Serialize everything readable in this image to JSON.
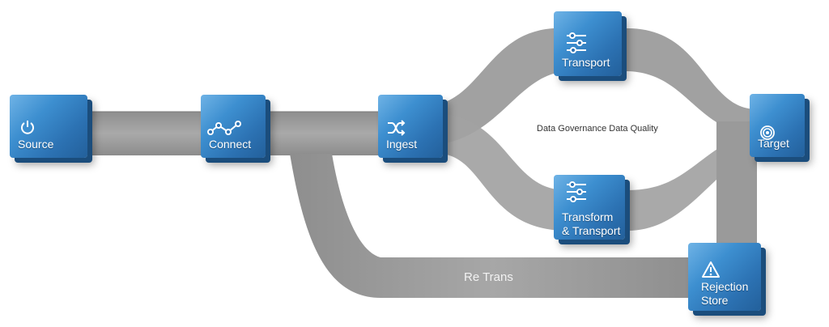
{
  "nodes": {
    "source": {
      "label": "Source",
      "icon": "power-icon"
    },
    "connect": {
      "label": "Connect",
      "icon": "network-nodes-icon"
    },
    "ingest": {
      "label": "Ingest",
      "icon": "shuffle-icon"
    },
    "transport": {
      "label": "Transport",
      "icon": "sliders-icon"
    },
    "transform": {
      "label_line1": "Transform",
      "label_line2": "& Transport",
      "icon": "sliders-icon"
    },
    "target": {
      "label": "Target",
      "icon": "target-icon"
    },
    "rejection": {
      "label_line1": "Rejection",
      "label_line2": "Store",
      "icon": "warning-icon"
    }
  },
  "center_label": "Data Governance Data Quality",
  "retrans_label": "Re Trans",
  "colors": {
    "node_blue": "#3d8fd0",
    "flow_grey": "#9a9a9a",
    "flow_dark": "#8a8a8a"
  }
}
